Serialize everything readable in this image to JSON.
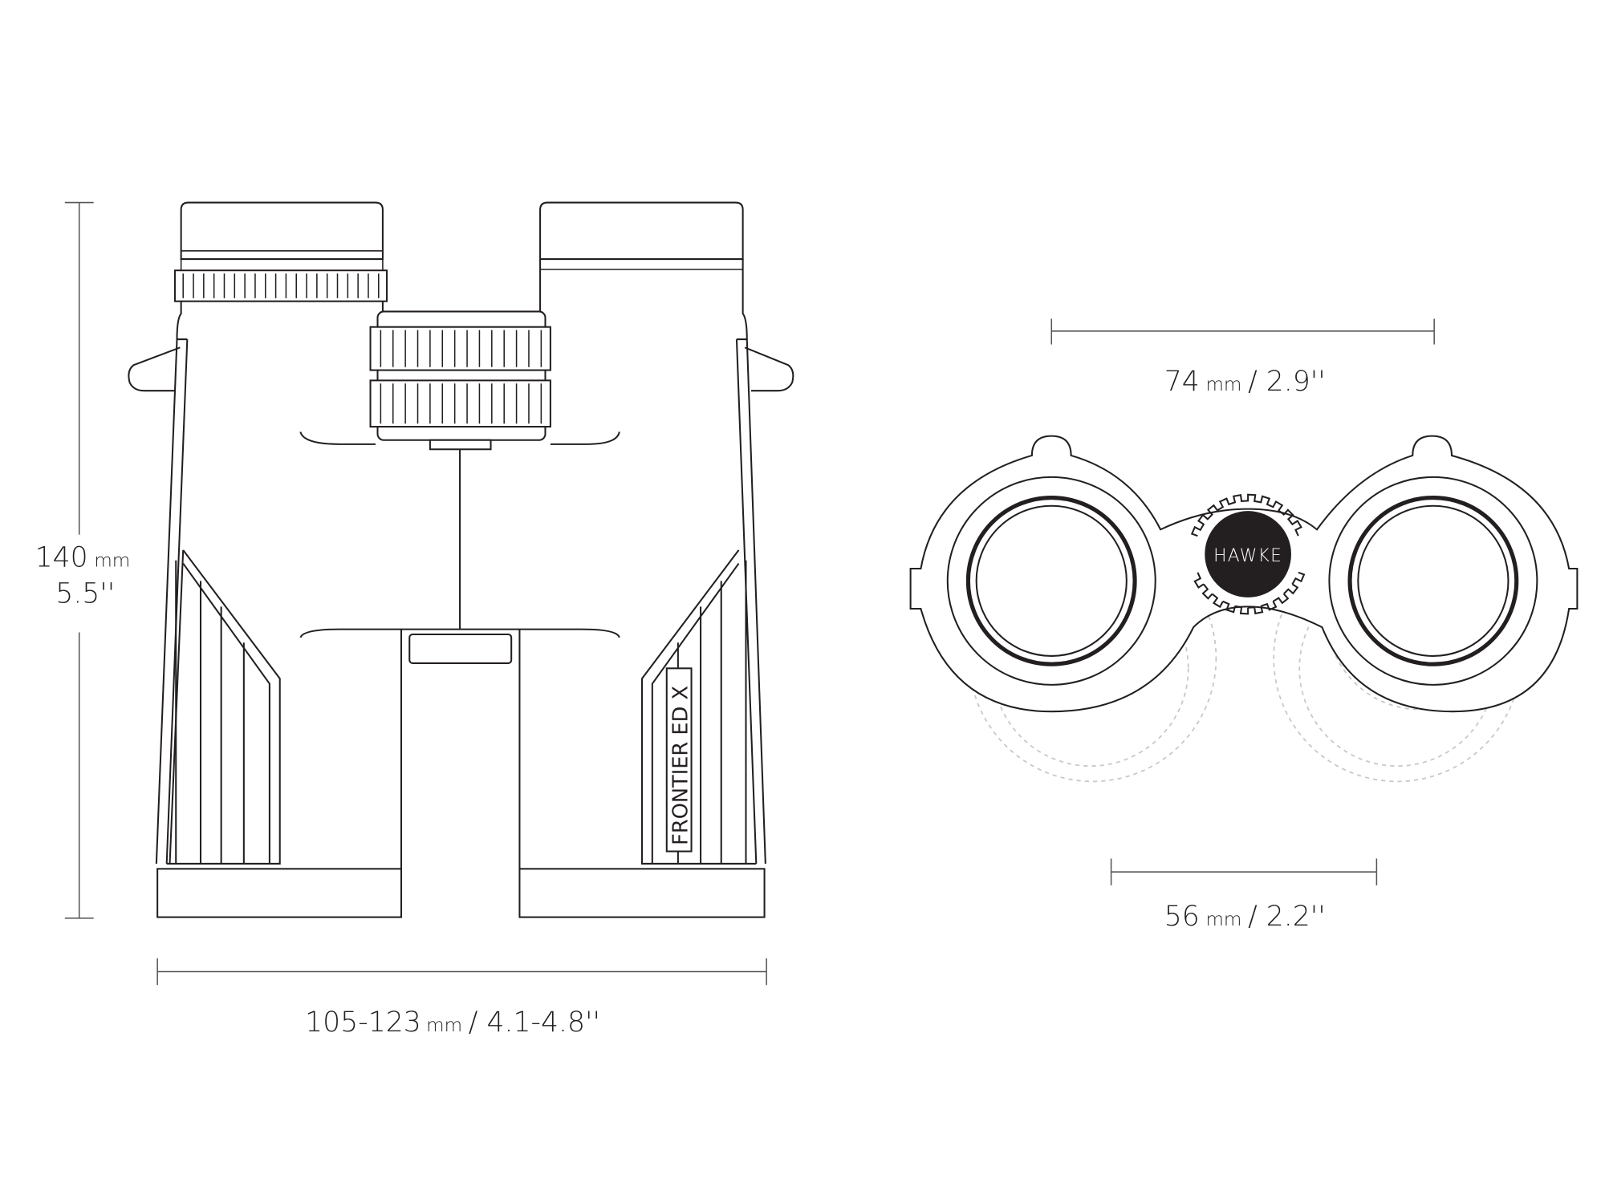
{
  "dimensions": {
    "height": {
      "value": "140",
      "unit": "mm",
      "imperial": "5.5''"
    },
    "width": {
      "value": "105-123",
      "unit": "mm",
      "imperial": "/ 4.1-4.8''"
    },
    "front_width": {
      "value": "74",
      "unit": "mm",
      "imperial": "/ 2.9''"
    },
    "objective": {
      "value": "56",
      "unit": "mm",
      "imperial": "/ 2.2''"
    }
  },
  "model_label": "FRONTIER ED X",
  "brand_logo": "HAWKE",
  "colors": {
    "line": "#231f20",
    "dashed": "#c8c8c8"
  }
}
